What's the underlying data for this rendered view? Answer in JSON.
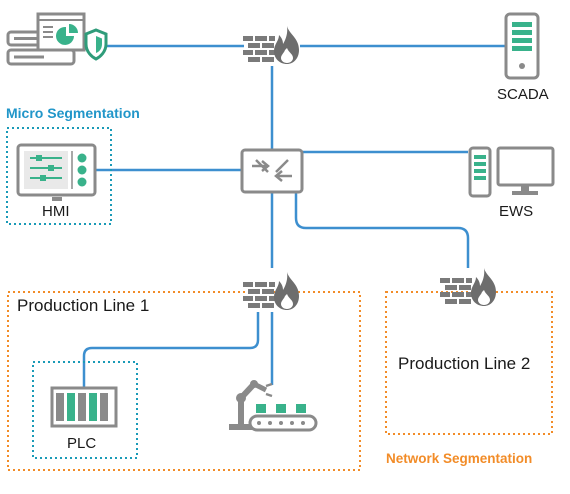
{
  "colors": {
    "link": "#3d8fcf",
    "device": "#8a8a8a",
    "accent": "#39b28b",
    "firewall_flame": "#6d6d6d",
    "micro_zone": "#1a9ab7",
    "network_zone": "#f28c28",
    "micro_label": "#2196c9",
    "network_label": "#f28c28"
  },
  "icons": [
    "server-shield-icon",
    "firewall-icon",
    "server-tower-icon",
    "hmi-panel-icon",
    "network-switch-icon",
    "workstation-icon",
    "plc-icon",
    "robot-arm-conveyor-icon"
  ],
  "labels": {
    "scada": "SCADA",
    "hmi": "HMI",
    "ews": "EWS",
    "plc": "PLC",
    "production_line_1": "Production Line 1",
    "production_line_2": "Production Line 2",
    "micro_segmentation": "Micro Segmentation",
    "network_segmentation": "Network Segmentation"
  }
}
